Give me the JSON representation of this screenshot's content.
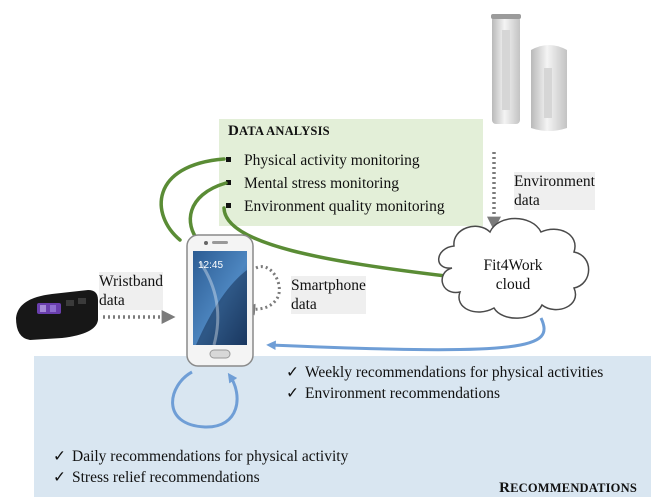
{
  "data_analysis": {
    "title_first": "D",
    "title_rest": "ATA ANALYSIS",
    "items": [
      "Physical activity monitoring",
      "Mental stress monitoring",
      "Environment quality monitoring"
    ]
  },
  "labels": {
    "wristband_line1": "Wristband",
    "wristband_line2": "data",
    "smartphone_line1": "Smartphone",
    "smartphone_line2": "data",
    "environment_line1": "Environment",
    "environment_line2": "data",
    "cloud_line1": "Fit4Work",
    "cloud_line2": "cloud"
  },
  "recommendations": {
    "title_first": "R",
    "title_rest": "ECOMMENDATIONS",
    "weekly": [
      "Weekly recommendations for physical activities",
      "Environment recommendations"
    ],
    "daily": [
      "Daily recommendations for physical activity",
      "Stress relief recommendations"
    ],
    "check_mark": "✓"
  },
  "phone": {
    "time": "12:45"
  },
  "colors": {
    "green_arrow": "#5a8c35",
    "blue_arrow": "#6f9ed6",
    "da_bg": "#e3efd8",
    "rec_bg": "#d9e6f1"
  }
}
